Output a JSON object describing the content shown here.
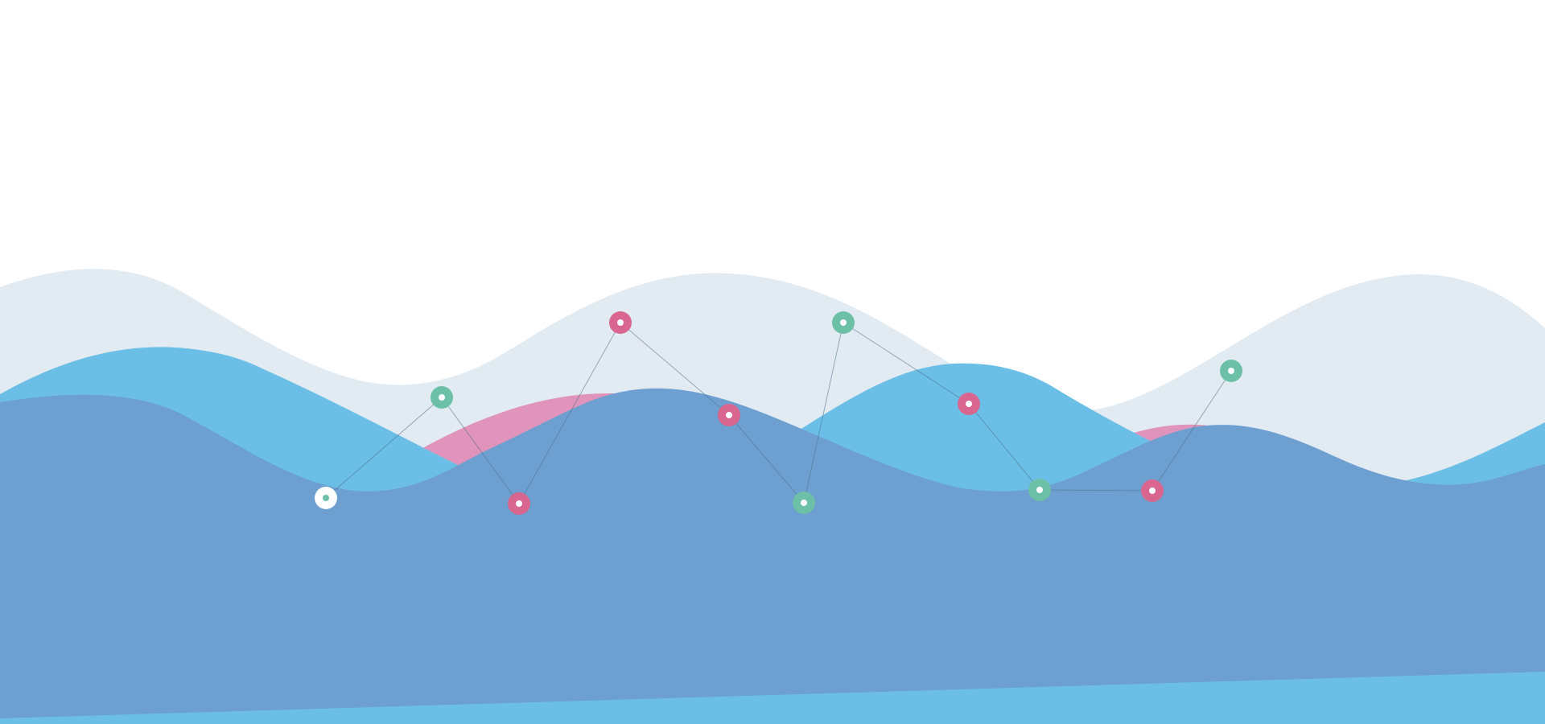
{
  "colors": {
    "background": "#ffffff",
    "wave_back": "#e2ebf2",
    "wave_sky": "#6bbfe6",
    "wave_pink": "#e094bb",
    "wave_front": "#6da0d1",
    "band_bottom": "#6bbfe6",
    "connector": "#4f6f88",
    "node_green": "#6cc0a5",
    "node_pink": "#d8668f",
    "node_white": "#ffffff",
    "node_center_light": "#ffffff",
    "node_center_green": "#6cc0a5"
  },
  "nodes": [
    {
      "name": "node-white",
      "style": "white"
    },
    {
      "name": "node-green-1",
      "style": "green"
    },
    {
      "name": "node-pink-1",
      "style": "pink"
    },
    {
      "name": "node-pink-2",
      "style": "pink"
    },
    {
      "name": "node-pink-3",
      "style": "pink"
    },
    {
      "name": "node-green-2",
      "style": "green"
    },
    {
      "name": "node-green-3",
      "style": "green"
    },
    {
      "name": "node-pink-4",
      "style": "pink"
    },
    {
      "name": "node-green-4",
      "style": "green"
    },
    {
      "name": "node-pink-5",
      "style": "pink"
    },
    {
      "name": "node-green-5",
      "style": "green"
    }
  ]
}
